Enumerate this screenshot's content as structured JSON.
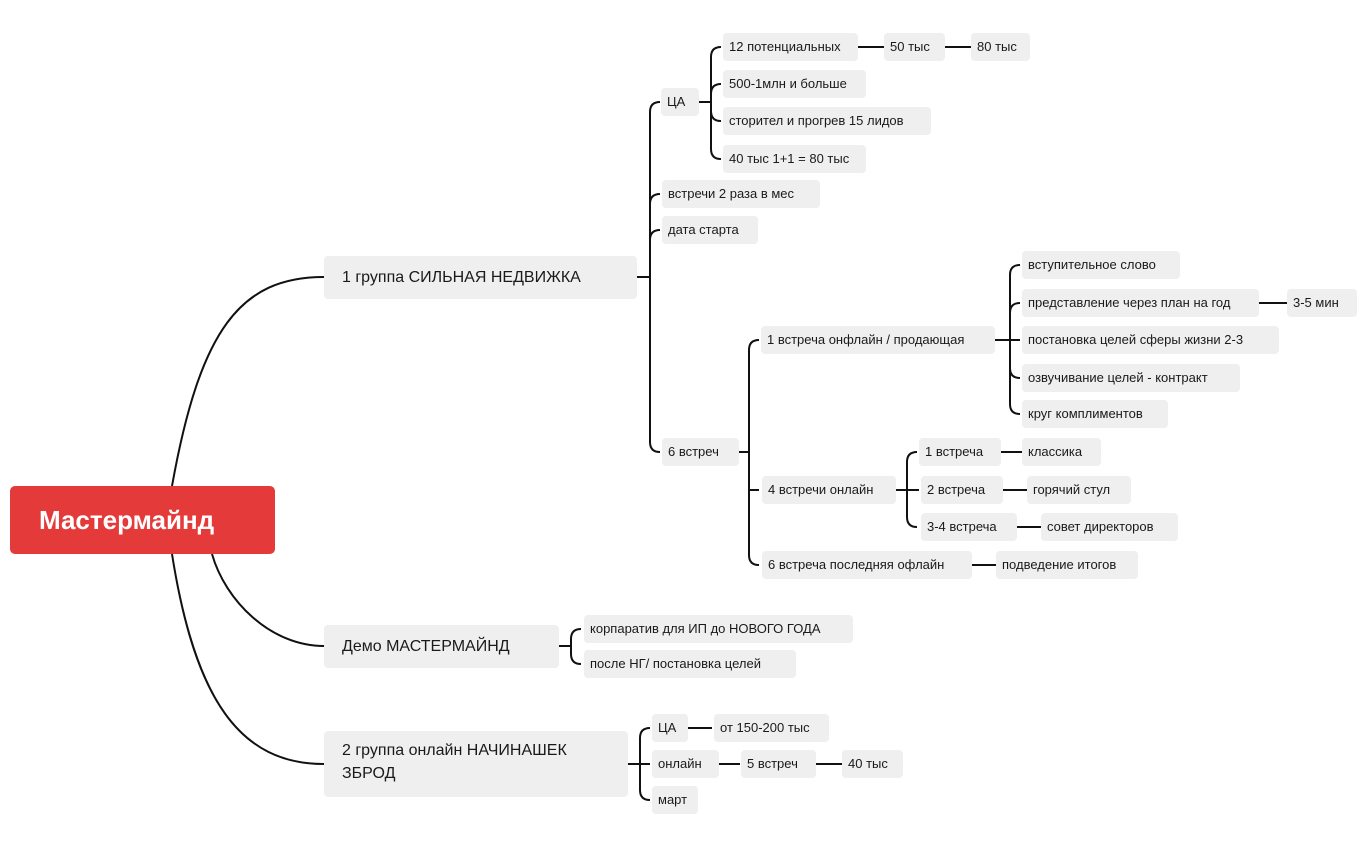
{
  "root": "Мастермайнд",
  "group1": {
    "title": "1 группа СИЛЬНАЯ НЕДВИЖКА",
    "ca": "ЦА",
    "ca_items": [
      "12 потенциальных",
      "500-1млн и больше",
      "сторител и прогрев 15 лидов",
      "40 тыс 1+1 = 80 тыс"
    ],
    "price_a": "50 тыс",
    "price_b": "80 тыс",
    "meetings": "встречи 2 раза в мес",
    "start": "дата старта",
    "six": "6 встреч",
    "m1": "1 встреча онфлайн  / продающая",
    "m1_items": [
      "вступительное слово",
      "представление через план на год",
      "постановка целей сферы жизни 2-3",
      "озвучивание целей - контракт",
      "круг комплиментов"
    ],
    "m1_time": "3-5 мин",
    "m4": "4 встречи онлайн",
    "m4_items": [
      {
        "label": "1 встреча",
        "value": "классика"
      },
      {
        "label": "2 встреча",
        "value": "горячий стул"
      },
      {
        "label": "3-4 встреча",
        "value": "совет директоров"
      }
    ],
    "m6": "6 встреча последняя офлайн",
    "m6_value": "подведение итогов"
  },
  "demo": {
    "title": "Демо МАСТЕРМАЙНД",
    "items": [
      "корпаратив для ИП до НОВОГО ГОДА",
      "после НГ/ постановка целей"
    ]
  },
  "group2": {
    "title": "2 группа онлайн НАЧИНАШЕК ЗБРОД",
    "ca": "ЦА",
    "ca_value": "от 150-200 тыс",
    "online": "онлайн",
    "online_meet": "5 встреч",
    "online_price": "40 тыс",
    "month": "март"
  },
  "colors": {
    "root": "#e53a3a",
    "node": "#efefef",
    "line": "#111111"
  }
}
